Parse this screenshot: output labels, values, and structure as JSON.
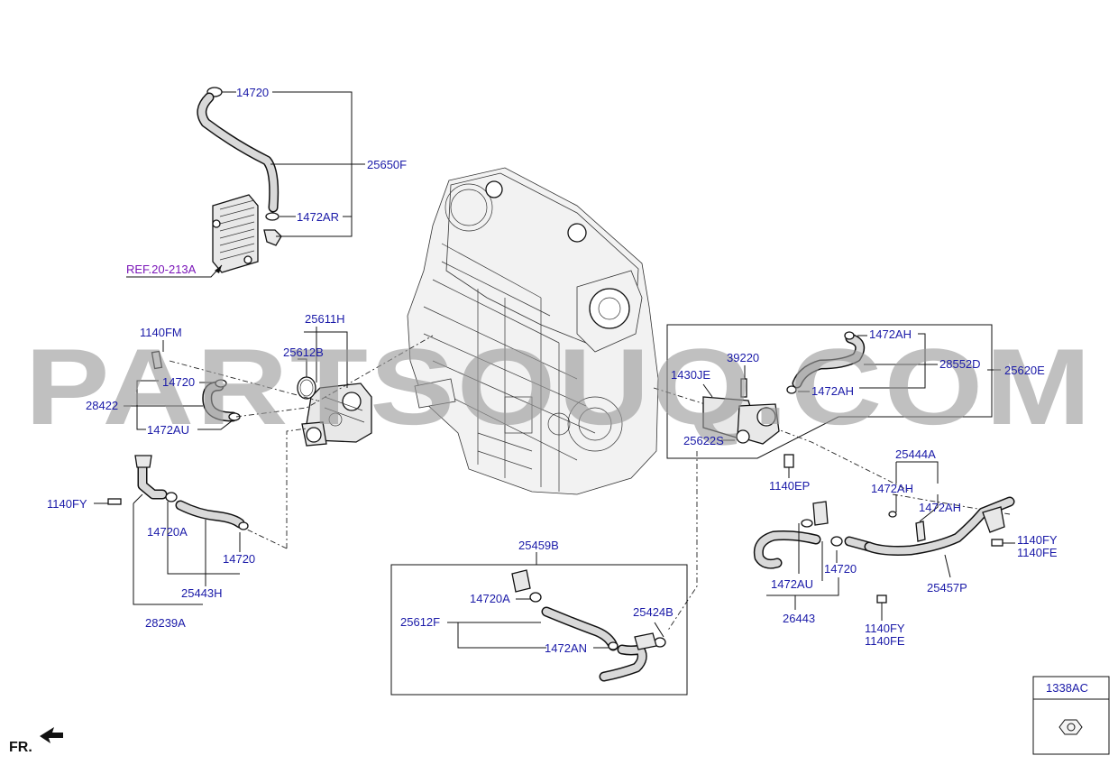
{
  "watermark": "PARTSOUQ.COM",
  "labels": {
    "l_14720_top": "14720",
    "l_25650F": "25650F",
    "l_1472AR": "1472AR",
    "l_ref": "REF.20-213A",
    "l_25611H": "25611H",
    "l_25612B": "25612B",
    "l_1140FM": "1140FM",
    "l_14720_mid": "14720",
    "l_28422": "28422",
    "l_1472AU_left": "1472AU",
    "l_1140FY_left": "1140FY",
    "l_14720A_left": "14720A",
    "l_14720_low": "14720",
    "l_25443H": "25443H",
    "l_28239A": "28239A",
    "l_1472AH_top": "1472AH",
    "l_39220": "39220",
    "l_28552D": "28552D",
    "l_1430JE": "1430JE",
    "l_25620E": "25620E",
    "l_1472AH_mid": "1472AH",
    "l_25622S": "25622S",
    "l_1140EP": "1140EP",
    "l_25444A": "25444A",
    "l_1472AH_r1": "1472AH",
    "l_1472AH_r2": "1472AH",
    "l_1140FY_r": "1140FY",
    "l_1140FE_r": "1140FE",
    "l_14720_r": "14720",
    "l_1472AU_r": "1472AU",
    "l_25457P": "25457P",
    "l_26443": "26443",
    "l_1140FY_b": "1140FY",
    "l_1140FE_b": "1140FE",
    "l_25459B": "25459B",
    "l_14720A_box": "14720A",
    "l_25612F": "25612F",
    "l_25424B": "25424B",
    "l_1472AN": "1472AN",
    "l_1338AC": "1338AC",
    "l_fr": "FR."
  }
}
